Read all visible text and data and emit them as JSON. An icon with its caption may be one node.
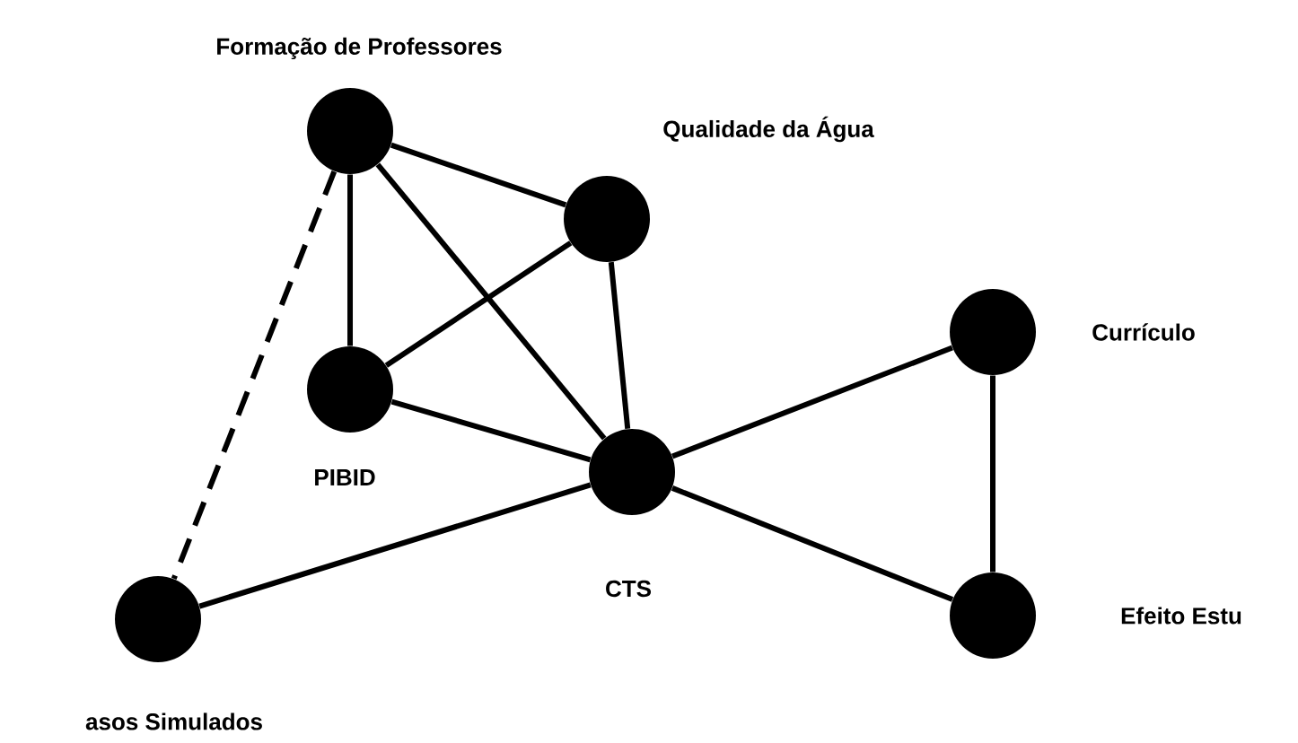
{
  "diagram": {
    "nodes": [
      {
        "text": [],
        "shape": "circle",
        "beside": [
          "Formação de Professores"
        ]
      },
      {
        "text": [],
        "shape": "circle",
        "beside": [
          "Qualidade da Água"
        ]
      },
      {
        "text": [],
        "shape": "circle",
        "beside": [
          "PIBID"
        ]
      },
      {
        "text": [],
        "shape": "circle",
        "beside": [
          "CTS"
        ]
      },
      {
        "text": [],
        "shape": "circle",
        "beside": [
          "Currículo"
        ]
      },
      {
        "text": [],
        "shape": "circle",
        "beside": [
          "Efeito Estu"
        ]
      },
      {
        "text": [],
        "shape": "circle",
        "beside": [
          "asos Simulados"
        ]
      }
    ],
    "edges": [
      {
        "from": 0,
        "to": 1,
        "arrow": "none"
      },
      {
        "from": 0,
        "to": 2,
        "arrow": "none"
      },
      {
        "from": 0,
        "to": 3,
        "arrow": "none"
      },
      {
        "from": 0,
        "to": 6,
        "arrow": "none",
        "style": "dashed"
      },
      {
        "from": 1,
        "to": 2,
        "arrow": "none"
      },
      {
        "from": 1,
        "to": 3,
        "arrow": "none"
      },
      {
        "from": 2,
        "to": 3,
        "arrow": "none"
      },
      {
        "from": 3,
        "to": 6,
        "arrow": "none"
      },
      {
        "from": 3,
        "to": 4,
        "arrow": "none"
      },
      {
        "from": 3,
        "to": 5,
        "arrow": "none"
      },
      {
        "from": 4,
        "to": 5,
        "arrow": "none"
      }
    ]
  }
}
